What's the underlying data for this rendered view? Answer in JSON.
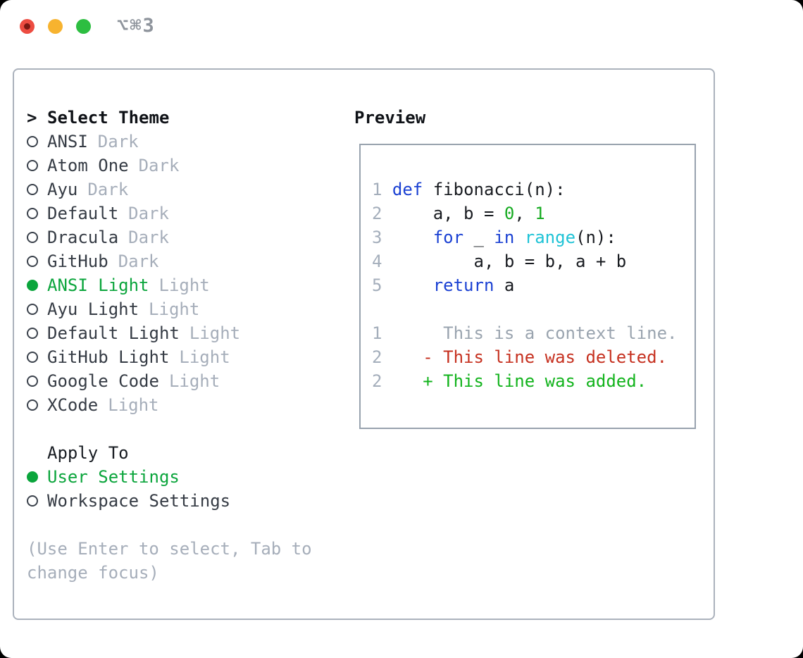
{
  "titlebar": {
    "shortcut": "⌥⌘3"
  },
  "theme_panel": {
    "heading": "Select Theme",
    "heading_marker": ">",
    "items": [
      {
        "label": "ANSI",
        "tag": "Dark",
        "selected": false
      },
      {
        "label": "Atom One",
        "tag": "Dark",
        "selected": false
      },
      {
        "label": "Ayu",
        "tag": "Dark",
        "selected": false
      },
      {
        "label": "Default",
        "tag": "Dark",
        "selected": false
      },
      {
        "label": "Dracula",
        "tag": "Dark",
        "selected": false
      },
      {
        "label": "GitHub",
        "tag": "Dark",
        "selected": false
      },
      {
        "label": "ANSI Light",
        "tag": "Light",
        "selected": true
      },
      {
        "label": "Ayu Light",
        "tag": "Light",
        "selected": false
      },
      {
        "label": "Default Light",
        "tag": "Light",
        "selected": false
      },
      {
        "label": "GitHub Light",
        "tag": "Light",
        "selected": false
      },
      {
        "label": "Google Code",
        "tag": "Light",
        "selected": false
      },
      {
        "label": "XCode",
        "tag": "Light",
        "selected": false
      }
    ]
  },
  "apply_panel": {
    "heading": "Apply To",
    "items": [
      {
        "label": "User Settings",
        "selected": true
      },
      {
        "label": "Workspace Settings",
        "selected": false
      }
    ]
  },
  "help_text": "(Use Enter to select, Tab to change focus)",
  "preview": {
    "heading": "Preview",
    "code_lines": [
      {
        "num": "1",
        "tokens": [
          {
            "t": "def",
            "c": "keyword"
          },
          {
            "t": " fibonacci(n):",
            "c": "plain"
          }
        ]
      },
      {
        "num": "2",
        "tokens": [
          {
            "t": "    a, b = ",
            "c": "plain"
          },
          {
            "t": "0",
            "c": "number"
          },
          {
            "t": ", ",
            "c": "plain"
          },
          {
            "t": "1",
            "c": "number"
          }
        ]
      },
      {
        "num": "3",
        "tokens": [
          {
            "t": "    ",
            "c": "plain"
          },
          {
            "t": "for",
            "c": "keyword"
          },
          {
            "t": " _ ",
            "c": "plain"
          },
          {
            "t": "in",
            "c": "keyword"
          },
          {
            "t": " ",
            "c": "plain"
          },
          {
            "t": "range",
            "c": "builtin"
          },
          {
            "t": "(n):",
            "c": "plain"
          }
        ]
      },
      {
        "num": "4",
        "tokens": [
          {
            "t": "        a, b = b, a + b",
            "c": "plain"
          }
        ]
      },
      {
        "num": "5",
        "tokens": [
          {
            "t": "    ",
            "c": "plain"
          },
          {
            "t": "return",
            "c": "keyword"
          },
          {
            "t": " a",
            "c": "plain"
          }
        ]
      }
    ],
    "diff_lines": [
      {
        "num": "1",
        "marker": " ",
        "text": "This is a context line.",
        "kind": "context"
      },
      {
        "num": "2",
        "marker": "-",
        "text": "This line was deleted.",
        "kind": "deleted"
      },
      {
        "num": "2",
        "marker": "+",
        "text": "This line was added.",
        "kind": "added"
      }
    ]
  },
  "colors": {
    "selected_green": "#0ba53c",
    "keyword_blue": "#1b41d3",
    "number_green": "#17ab22",
    "builtin_cyan": "#1fc3d6",
    "diff_deleted_red": "#c63120",
    "diff_added_green": "#12b31c",
    "muted_gray": "#a6aeba",
    "window_border": "#abb2bc",
    "preview_border": "#98a2ae",
    "traffic_red": "#ed4c41",
    "traffic_yellow": "#f7b32f",
    "traffic_green": "#2dbe41"
  }
}
